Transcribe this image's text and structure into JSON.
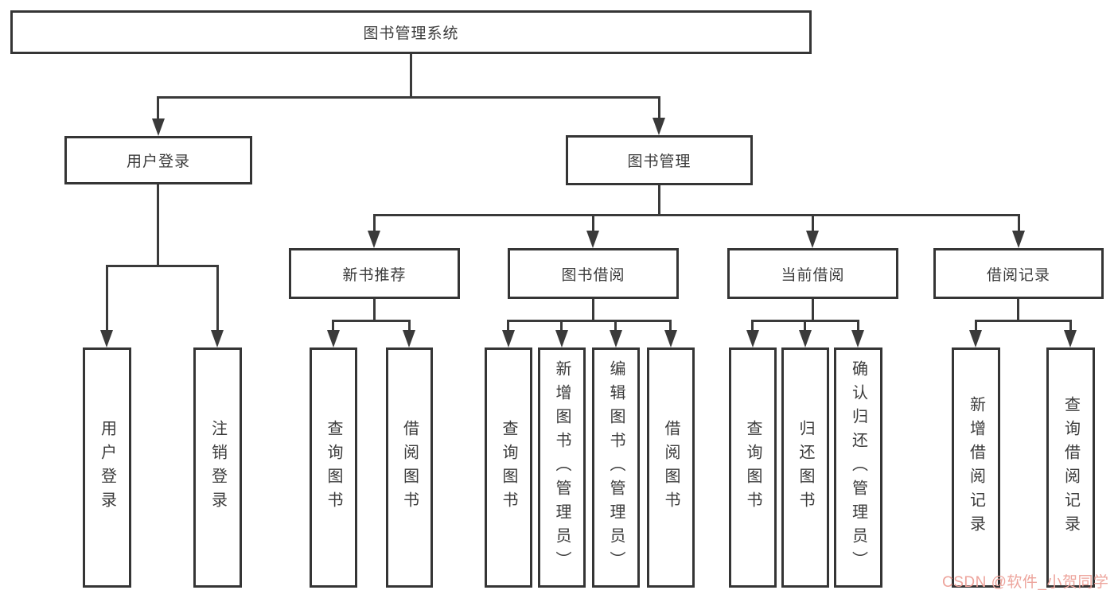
{
  "diagram": {
    "root": {
      "label": "图书管理系统"
    },
    "level2": {
      "user_login": {
        "label": "用户登录"
      },
      "book_mgmt": {
        "label": "图书管理"
      }
    },
    "level3": {
      "new_book": {
        "label": "新书推荐"
      },
      "book_borrow": {
        "label": "图书借阅"
      },
      "current_borrow": {
        "label": "当前借阅"
      },
      "borrow_record": {
        "label": "借阅记录"
      }
    },
    "leaves": {
      "user_login": [
        "用户登录",
        "注销登录"
      ],
      "new_book": [
        "查询图书",
        "借阅图书"
      ],
      "book_borrow": [
        "查询图书",
        "新增图书（管理员）",
        "编辑图书（管理员）",
        "借阅图书"
      ],
      "current_borrow": [
        "查询图书",
        "归还图书",
        "确认归还（管理员）"
      ],
      "borrow_record": [
        "新增借阅记录",
        "查询借阅记录"
      ]
    }
  },
  "watermark": {
    "text": "CSDN @软件_小贺同学",
    "color": "#eda49c"
  },
  "colors": {
    "line": "#3a3a3a",
    "border": "#353535",
    "text": "#3b3b3b",
    "background": "#ffffff"
  }
}
